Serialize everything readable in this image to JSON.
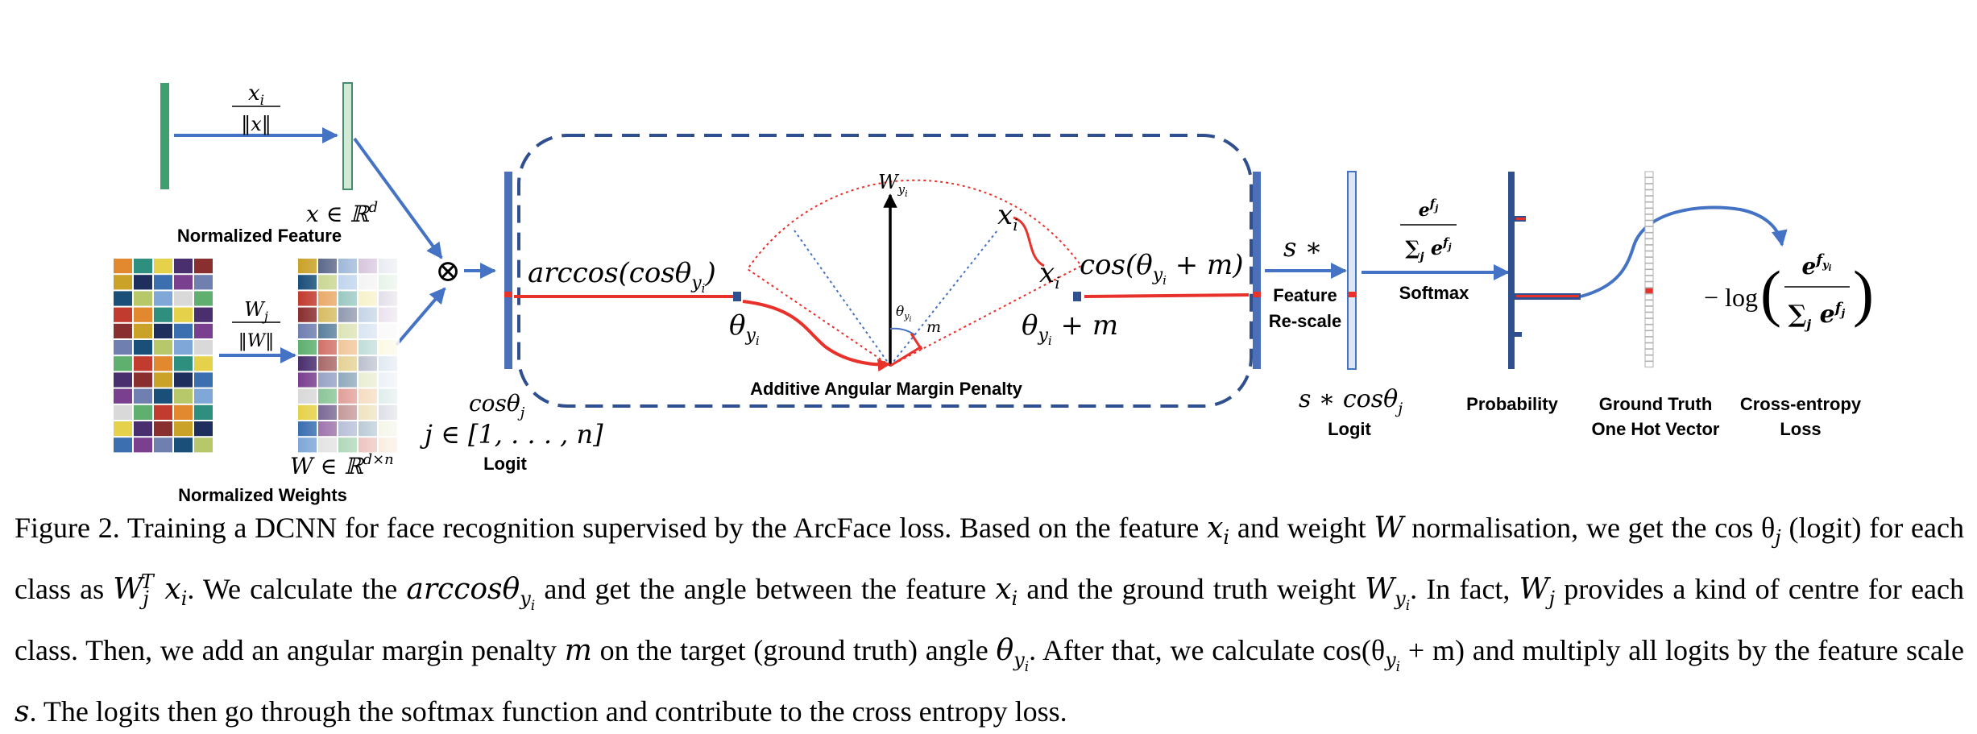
{
  "figure": {
    "normalized_feature": "Normalized Feature",
    "feature_norm_top": "x",
    "feature_norm_bottom": "‖x‖",
    "feature_space": "x ∈ ℝ",
    "normalized_weights": "Normalized Weights",
    "weight_norm_top": "W",
    "weight_norm_bottom": "‖W‖",
    "weight_space": "W ∈ ℝ",
    "weight_space_sup": "d×n",
    "multiply_symbol": "⊗",
    "arccos_label": "arccos(cosθ",
    "theta_yi": "θ",
    "cos_theta_j": "cosθ",
    "class_range": "j ∈ [1, . . . , n]",
    "logit": "Logit",
    "w_yi": "W",
    "x_i": "x",
    "theta_small": "θ",
    "m_label": "m",
    "theta_plus_m": "θ",
    "theta_plus_m_tail": "+ m",
    "cos_theta_plus_m": "cos(θ",
    "cos_theta_plus_m_tail": "+ m)",
    "additive_margin": "Additive Angular Margin Penalty",
    "s_star": "s ∗",
    "feature_rescale_1": "Feature",
    "feature_rescale_2": "Re-scale",
    "s_cos_theta": "s ∗ cosθ",
    "logit2": "Logit",
    "softmax": "Softmax",
    "probability": "Probability",
    "ground_truth_1": "Ground Truth",
    "ground_truth_2": "One Hot Vector",
    "cross_entropy_1": "Cross-entropy",
    "cross_entropy_2": "Loss",
    "neg_log": "− log"
  },
  "caption": {
    "p1": "Figure 2. Training a DCNN for face recognition supervised by the ArcFace loss. Based on the feature ",
    "v1": "x",
    "p2": " and weight ",
    "v2": "W",
    "p3": " normalisation, we get the cos θ",
    "p4": " (logit) for each class as ",
    "v3": "W",
    "p5": ". We calculate the ",
    "v4": "arccosθ",
    "p6": " and get the angle between the feature ",
    "v5": "x",
    "p7": " and the ground truth weight ",
    "v6": "W",
    "p8": ". In fact, ",
    "v7": "W",
    "p9": " provides a kind of centre for each class. Then, we add an angular margin penalty ",
    "v8": "m",
    "p10": " on the target (ground truth) angle ",
    "v9": "θ",
    "p11": ". After that, we calculate cos(θ",
    "p12": " + m) and multiply all logits by the feature scale ",
    "v10": "s",
    "p13": ". The logits then go through the softmax function and contribute to the cross entropy loss."
  },
  "colors": {
    "arrow_blue": "#4472c4",
    "bar_navy": "#2f4f8f",
    "red": "#e8312a",
    "green_bar": "#3f9f6f"
  }
}
